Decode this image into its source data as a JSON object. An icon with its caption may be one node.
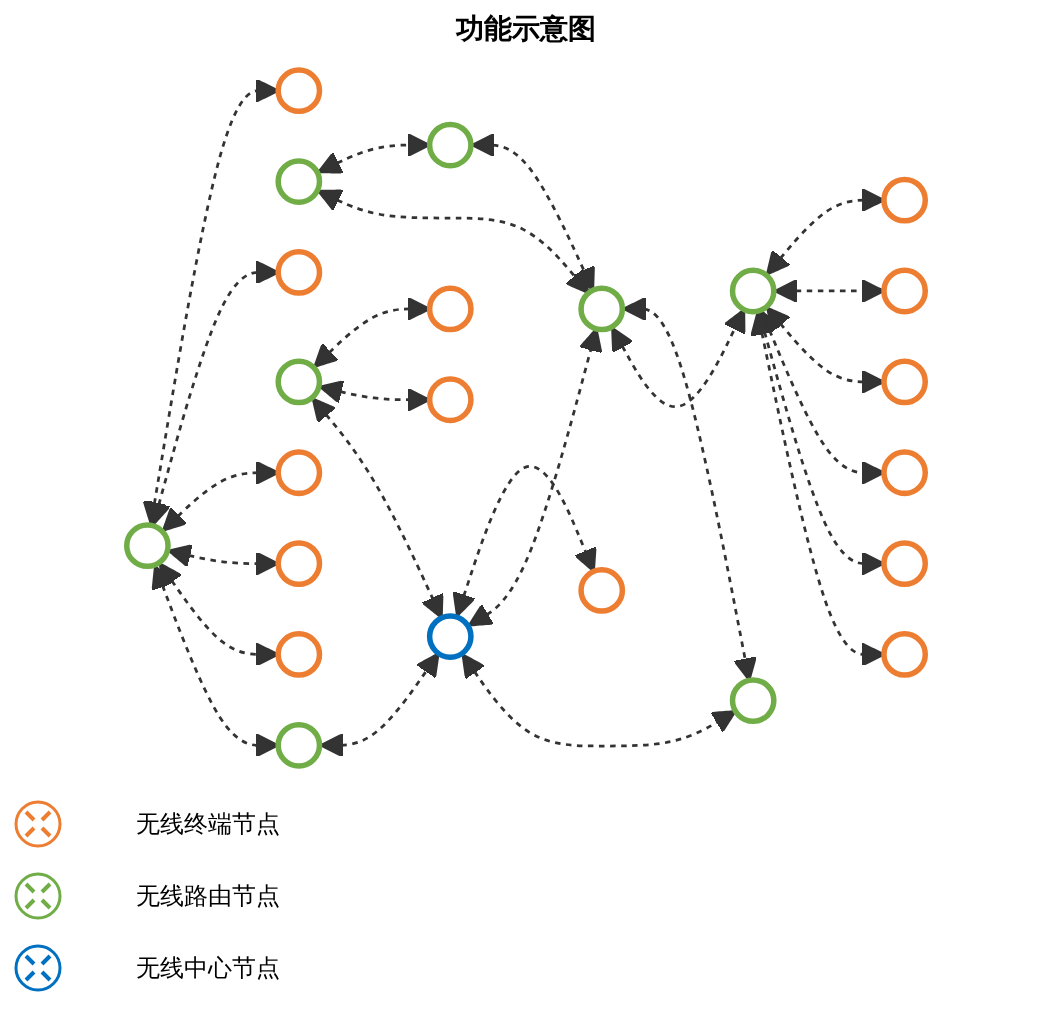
{
  "diagram": {
    "title": "功能示意图",
    "nodes": [
      {
        "text": [],
        "shape": "circle"
      },
      {
        "text": [],
        "shape": "circle"
      },
      {
        "text": [],
        "shape": "circle"
      },
      {
        "text": [],
        "shape": "circle"
      },
      {
        "text": [],
        "shape": "circle"
      },
      {
        "text": [],
        "shape": "circle"
      },
      {
        "text": [],
        "shape": "circle"
      },
      {
        "text": [],
        "shape": "circle"
      },
      {
        "text": [],
        "shape": "circle"
      },
      {
        "text": [],
        "shape": "circle"
      },
      {
        "text": [],
        "shape": "circle"
      },
      {
        "text": [],
        "shape": "circle"
      },
      {
        "text": [],
        "shape": "circle"
      },
      {
        "text": [],
        "shape": "circle"
      },
      {
        "text": [],
        "shape": "circle"
      },
      {
        "text": [],
        "shape": "circle"
      },
      {
        "text": [],
        "shape": "circle"
      },
      {
        "text": [],
        "shape": "circle"
      },
      {
        "text": [],
        "shape": "circle"
      },
      {
        "text": [],
        "shape": "circle"
      },
      {
        "text": [],
        "shape": "circle"
      },
      {
        "text": [],
        "shape": "circle"
      },
      {
        "text": [],
        "shape": "circle"
      }
    ],
    "edges": [
      {
        "from": 6,
        "to": 0,
        "arrow": "both",
        "style": "dashed"
      },
      {
        "from": 6,
        "to": 1,
        "arrow": "both",
        "style": "dashed"
      },
      {
        "from": 6,
        "to": 11,
        "arrow": "both",
        "style": "dashed"
      },
      {
        "from": 4,
        "to": 2,
        "arrow": "both",
        "style": "dashed"
      },
      {
        "from": 4,
        "to": 10,
        "arrow": "both",
        "style": "dashed"
      },
      {
        "from": 2,
        "to": 10,
        "arrow": "both",
        "style": "dashed"
      },
      {
        "from": 9,
        "to": 3,
        "arrow": "both",
        "style": "dashed"
      },
      {
        "from": 9,
        "to": 5,
        "arrow": "both",
        "style": "dashed"
      },
      {
        "from": 9,
        "to": 7,
        "arrow": "both",
        "style": "dashed"
      },
      {
        "from": 9,
        "to": 8,
        "arrow": "both",
        "style": "dashed"
      },
      {
        "from": 9,
        "to": 14,
        "arrow": "both",
        "style": "dashed"
      },
      {
        "from": 9,
        "to": 13,
        "arrow": "both",
        "style": "dashed"
      },
      {
        "from": 13,
        "to": 11,
        "arrow": "both",
        "style": "dashed"
      },
      {
        "from": 11,
        "to": 16,
        "arrow": "both",
        "style": "dashed"
      },
      {
        "from": 11,
        "to": 10,
        "arrow": "both",
        "style": "dashed"
      },
      {
        "from": 11,
        "to": 20,
        "arrow": "both",
        "style": "dashed"
      },
      {
        "from": 10,
        "to": 20,
        "arrow": "both",
        "style": "dashed"
      },
      {
        "from": 10,
        "to": 17,
        "arrow": "both",
        "style": "dashed"
      },
      {
        "from": 17,
        "to": 12,
        "arrow": "both",
        "style": "dashed"
      },
      {
        "from": 17,
        "to": 15,
        "arrow": "both",
        "style": "dashed"
      },
      {
        "from": 17,
        "to": 18,
        "arrow": "both",
        "style": "dashed"
      },
      {
        "from": 17,
        "to": 19,
        "arrow": "both",
        "style": "dashed"
      },
      {
        "from": 17,
        "to": 21,
        "arrow": "both",
        "style": "dashed"
      },
      {
        "from": 17,
        "to": 22,
        "arrow": "both",
        "style": "dashed"
      }
    ],
    "legend": [
      {
        "text": "无线终端节点"
      },
      {
        "text": "无线路由节点"
      },
      {
        "text": "无线中心节点"
      }
    ]
  }
}
